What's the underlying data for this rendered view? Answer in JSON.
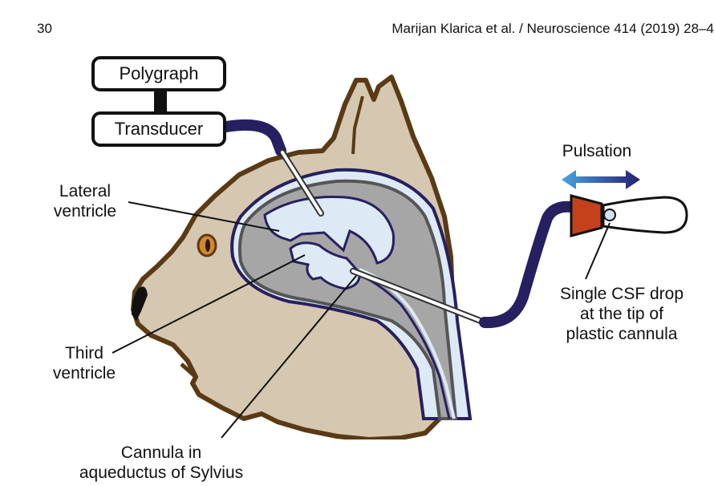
{
  "header": {
    "page_number": "30",
    "citation": "Marijan Klarica et al. / Neuroscience  414 (2019) 28–4"
  },
  "labels": {
    "polygraph": "Polygraph",
    "transducer": "Transducer",
    "lateral_ventricle": [
      "Lateral",
      "ventricle"
    ],
    "third_ventricle": [
      "Third",
      "ventricle"
    ],
    "cannula_aqueductus": [
      "Cannula in",
      "aqueductus of Sylvius"
    ],
    "pulsation": "Pulsation",
    "csf_drop": [
      "Single CSF drop",
      "at the tip of",
      "plastic cannula"
    ]
  },
  "colors": {
    "fur": "#d6c7b0",
    "outline": "#5a3a14",
    "tubing": "#262060",
    "csf_fluid": "#dde9f5",
    "brain": "#a6a6a6",
    "cannula_cap": "#c4411c",
    "arrow_blue": "#4aa3e0",
    "arrow_navy": "#252070",
    "eye": "#d4882a"
  }
}
